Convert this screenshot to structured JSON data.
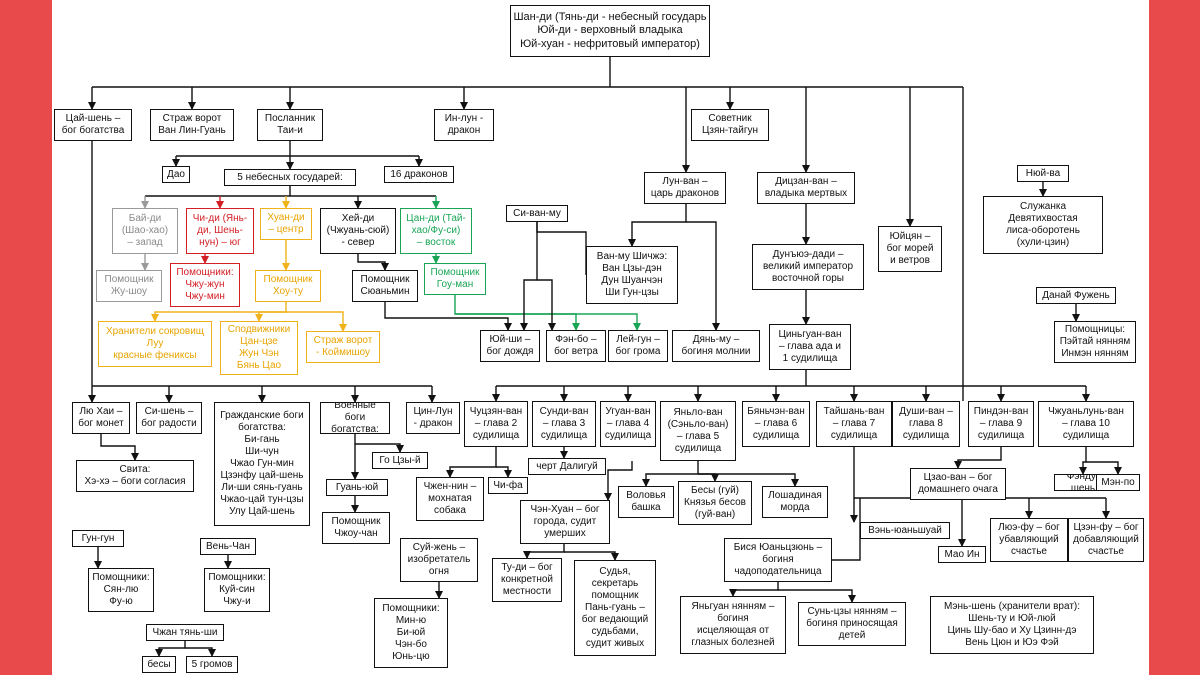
{
  "nodes": {
    "shangdi": "Шан-ди (Тянь-ди - небесный государь\nЮй-ди - верховный владыка\nЮй-хуан - нефритовый император)",
    "caishen": "Цай-шень –\nбог богатства",
    "strazh_van": "Страж ворот\nВан Лин-Гуань",
    "poslannik": "Посланник\nТаи-и",
    "inlun": "Ин-лун -\nдракон",
    "sovetnik": "Советник\nЦзян-тайгун",
    "lunvan": "Лун-ван –\nцарь драконов",
    "dizanvan": "Дицзан-ван –\nвладыка мертвых",
    "yuyczyan": "Юйцян –\nбог морей\nи ветров",
    "nuiva": "Нюй-ва",
    "sluzhanka": "Служанка\nДевятихвостая\nлиса-оборотень\n(хули-цзин)",
    "dao": "Дао",
    "five": "5 небесных государей:",
    "sixteen": "16 драконов",
    "baidi": "Бай-ди\n(Шао-хао)\n– запад",
    "chidi": "Чи-ди (Янь-\nди, Шень-\nнун) – юг",
    "huandi": "Хуан-ди\n– центр",
    "heidi": "Хей-ди\n(Чжуань-сюй)\n- север",
    "tsandi": "Цан-ди (Тай-\nхао/Фу-си)\n– восток",
    "sivanmu": "Си-ван-му",
    "vanmu": "Ван-му Шичжэ:\nВан Цзы-дэн\nДун Шуанчэн\nШи Гун-цзы",
    "dunyuy": "Дунъюэ-дади –\nвеликий император\nвосточной горы",
    "pom_zhushou": "Помощник\nЖу-шоу",
    "pom_chzhujun": "Помощники:\nЧжу-жун\nЧжу-мин",
    "pom_houtu": "Помощник\nХоу-ту",
    "pom_suyanmin": "Помощник\nСюаньмин",
    "pom_gouman": "Помощник\nГоу-ман",
    "hraniteli": "Хранители сокровищ\nЛуу\nкрасные фениксы",
    "spodvizhniki": "Сподвижники\nЦан-цзе\nЖун Чэн\nБянь Цао",
    "strazh_koim": "Страж ворот\n- Коймишоу",
    "yuyshi": "Юй-ши –\nбог дождя",
    "fenbo": "Фэн-бо –\nбог ветра",
    "leygun": "Лей-гун –\nбог грома",
    "dyanmu": "Дянь-му –\nбогиня молнии",
    "danai": "Данай Фужень",
    "pomoshchnitsy": "Помощницы:\nПэйтай нянням\nИнмэн нянням",
    "tsinguan": "Циньгуан-ван\n– глава ада и\n1 судилища",
    "lyuhai": "Лю Хаи –\nбог монет",
    "sishen": "Си-шень –\nбог радости",
    "grazhdanskie": "Гражданские боги\nбогатства:\nБи-гань\nШи-чун\nЧжао Гун-мин\nЦзэнфу цай-шень\nЛи-ши сянь-гуань\nЧжао-цай тун-цзы\nУлу Цай-шень",
    "voennye": "Военные боги\nбогатства:",
    "tsinlun": "Цин-Лун\n- дракон",
    "chutszyan": "Чуцзян-ван\n– глава 2\nсудилища",
    "sundi": "Сунди-ван\n– глава 3\nсудилища",
    "uguan": "Угуан-ван\n– глава 4\nсудилища",
    "yanlo": "Яньло-ван\n(Сэньло-ван)\n– глава 5\nсудилища",
    "byanchen": "Бяньчэн-ван\n– глава 6\nсудилища",
    "taishan": "Тайшань-ван\n– глава 7\nсудилища",
    "dushi": "Души-ван –\nглава 8\nсудилища",
    "pindin": "Пиндэн-ван\n– глава 9\nсудилища",
    "chzhuan": "Чжуаньлунь-ван\n– глава 10\nсудилища",
    "svita": "Свита:\nХэ-хэ – боги согласия",
    "go_tszy": "Го Цзы-й",
    "guanyuy": "Гуань-юй",
    "pom_chzhou": "Помощник\nЧжоу-чан",
    "chzhennin": "Чжен-нин –\nмохнатая\nсобака",
    "chifa": "Чи-фа",
    "chert": "черт Далигуй",
    "volovya": "Воловья\nбашка",
    "besy_guy": "Бесы (гуй)\nКнязья бесов\n(гуй-ван)",
    "loshadinaya": "Лошадиная\nморда",
    "tsaovan": "Цзао-ван – бог\nдомашнего очага",
    "fendu": "Фэнду-шень",
    "menpo": "Мэн-по",
    "chenhuan": "Чэн-Хуан – бог\nгорода, судит\nумерших",
    "vengyuan": "Вэнь-юаньшуай",
    "maoin": "Мао Ин",
    "lyufu": "Люэ-фу – бог\nубавляющий\nсчастье",
    "tsenfu": "Цзэн-фу – бог\nдобавляющий\nсчастье",
    "gungun": "Гун-гун",
    "venchan": "Вень-Чан",
    "suyzhen": "Суй-жень –\nизобретатель\nогня",
    "pom_syanlyu": "Помощники:\nСян-лю\nФу-ю",
    "pom_kuysin": "Помощники:\nКуй-син\nЧжу-и",
    "pom_minyu": "Помощники:\nМин-ю\nБи-юй\nЧэн-бо\nЮнь-цю",
    "tudi": "Ту-ди – бог\nконкретной\nместности",
    "sudya": "Судья,\nсекретарь\nпомощник\nПань-гуань –\nбог ведающий\nсудьбами,\nсудит живых",
    "bisya": "Бися Юаньцзюнь –\nбогиня\nчадоподательница",
    "yanguan": "Яньгуан нянням –\nбогиня\nисцеляющая от\nглазных болезней",
    "suntszy": "Сунь-цзы нянням –\nбогиня приносящая\nдетей",
    "menshen": "Мэнь-шень (хранители врат):\nШень-ту и Юй-люй\nЦинь Шу-бао и Ху Цзинн-дэ\nВень Цюн и Юэ Фэй",
    "chzhan": "Чжан тянь-ши",
    "besy": "бесы",
    "five_thunders": "5 громов"
  }
}
